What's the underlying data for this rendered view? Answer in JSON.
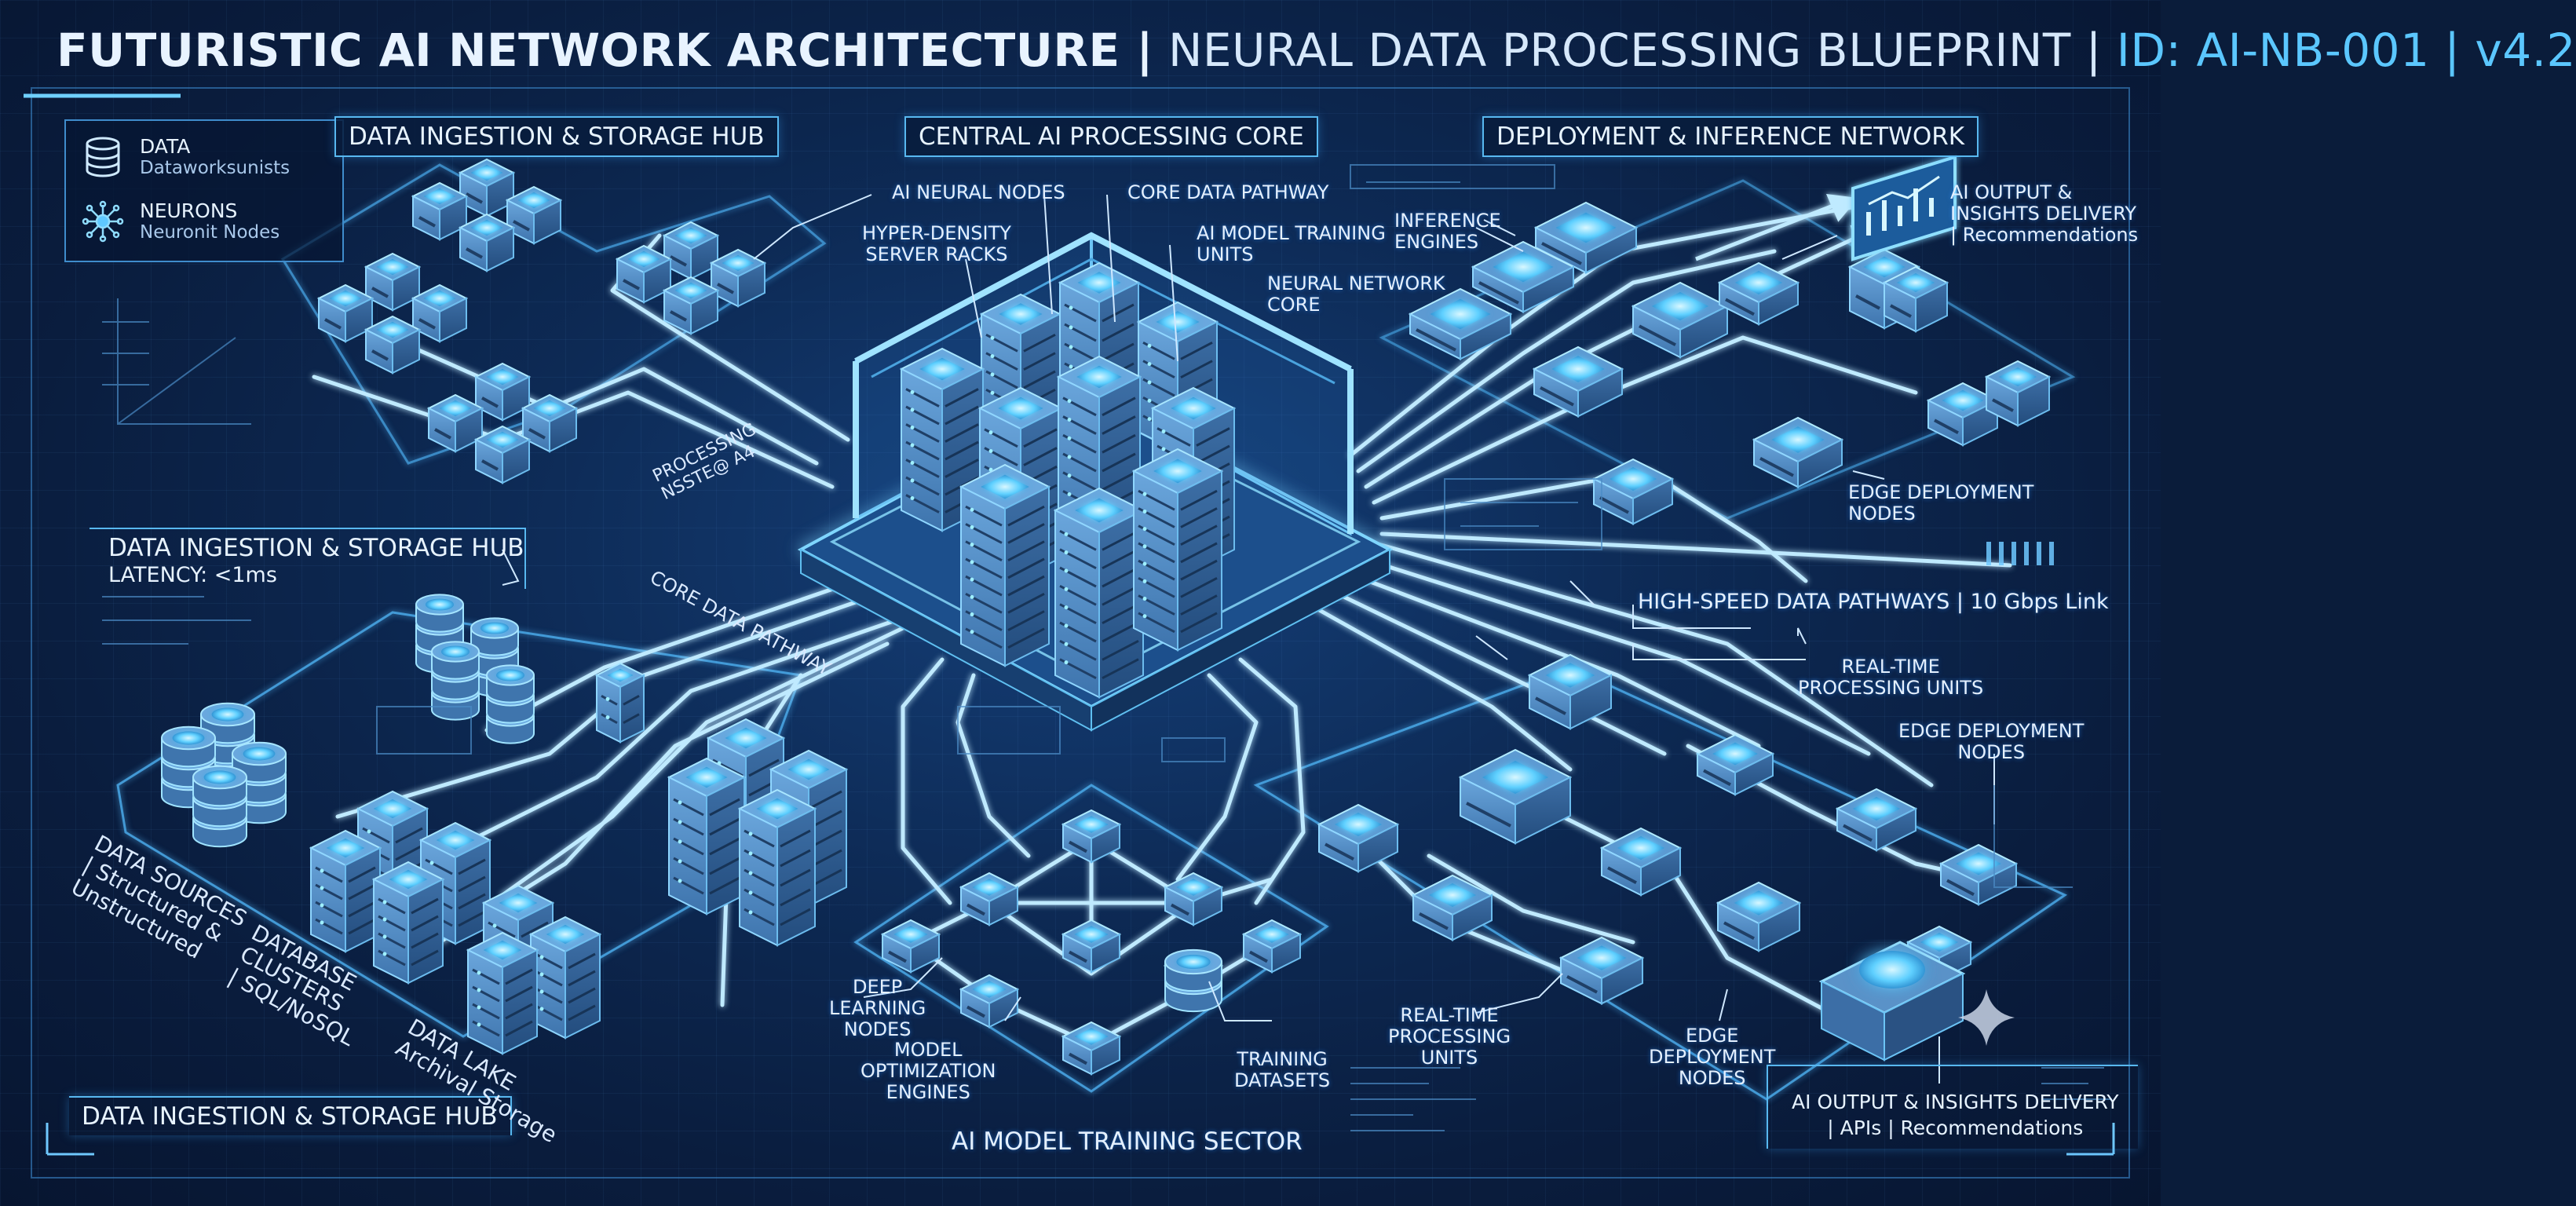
{
  "header": {
    "title_bold": "FUTURISTIC AI NETWORK ARCHITECTURE |",
    "title_regular": " NEURAL DATA PROCESSING BLUEPRINT | ",
    "title_id": "ID: AI-NB-001 | v4.2"
  },
  "legend": {
    "data_title": "DATA",
    "data_sub": "Dataworksunists",
    "neurons_title": "NEURONS",
    "neurons_sub": "Neuronit Nodes",
    "data_icon": "database-icon",
    "neurons_icon": "neuron-icon"
  },
  "sections": {
    "ingestion_top": "DATA INGESTION & STORAGE HUB",
    "core": "CENTRAL AI PROCESSING CORE",
    "deployment": "DEPLOYMENT & INFERENCE NETWORK",
    "ingestion_mid_title": "DATA INGESTION & STORAGE HUB",
    "ingestion_mid_latency": "LATENCY: <1ms",
    "ingestion_bottom": "DATA INGESTION & STORAGE HUB",
    "training_sector": "AI MODEL TRAINING SECTOR",
    "output_bottom_line1": "AI OUTPUT & INSIGHTS DELIVERY",
    "output_bottom_line2": "| APIs | Recommendations"
  },
  "labels": {
    "ai_neural_nodes": "AI NEURAL NODES",
    "core_data_pathway_top": "CORE DATA PATHWAY",
    "hyper_density_1": "HYPER-DENSITY",
    "hyper_density_2": "SERVER RACKS",
    "ai_model_training_1": "AI MODEL TRAINING",
    "ai_model_training_2": "UNITS",
    "neural_network_core_1": "NEURAL NETWORK",
    "neural_network_core_2": "CORE",
    "inference_engines_1": "INFERENCE",
    "inference_engines_2": "ENGINES",
    "ai_output_top_1": "AI OUTPUT &",
    "ai_output_top_2": "INSIGHTS DELIVERY",
    "ai_output_top_3": "| Recommendations",
    "edge_deploy_1a": "EDGE DEPLOYMENT",
    "edge_deploy_1b": "NODES",
    "high_speed": "HIGH-SPEED DATA PATHWAYS | 10 Gbps Link",
    "realtime_1a": "REAL-TIME",
    "realtime_1b": "PROCESSING UNITS",
    "edge_deploy_2a": "EDGE DEPLOYMENT",
    "edge_deploy_2b": "NODES",
    "processing_nodes_1": "PROCESSING",
    "processing_nodes_2": "NSSTE@ A4",
    "core_data_pathway_mid": "CORE DATA PATHWAY",
    "data_sources_1": "DATA SOURCES",
    "data_sources_2": "| Structured &",
    "data_sources_3": "Unstructured",
    "database_clusters_1": "DATABASE",
    "database_clusters_2": "CLUSTERS",
    "database_clusters_3": "| SQL/NoSQL",
    "data_lake_1": "DATA LAKE",
    "data_lake_2": "Archival Storage",
    "deep_learning_1": "DEEP",
    "deep_learning_2": "LEARNING",
    "deep_learning_3": "NODES",
    "model_opt_1": "MODEL",
    "model_opt_2": "OPTIMIZATION",
    "model_opt_3": "ENGINES",
    "training_datasets_1": "TRAINING",
    "training_datasets_2": "DATASETS",
    "realtime_2a": "REAL-TIME",
    "realtime_2b": "PROCESSING",
    "realtime_2c": "UNITS",
    "edge_deploy_3a": "EDGE",
    "edge_deploy_3b": "DEPLOYMENT",
    "edge_deploy_3c": "NODES"
  },
  "colors": {
    "background": "#0d2a55",
    "line_glow": "#7fd6ff",
    "accent": "#5bc7ff",
    "server_face": "#4f86bf",
    "server_side": "#2e5a8f"
  }
}
